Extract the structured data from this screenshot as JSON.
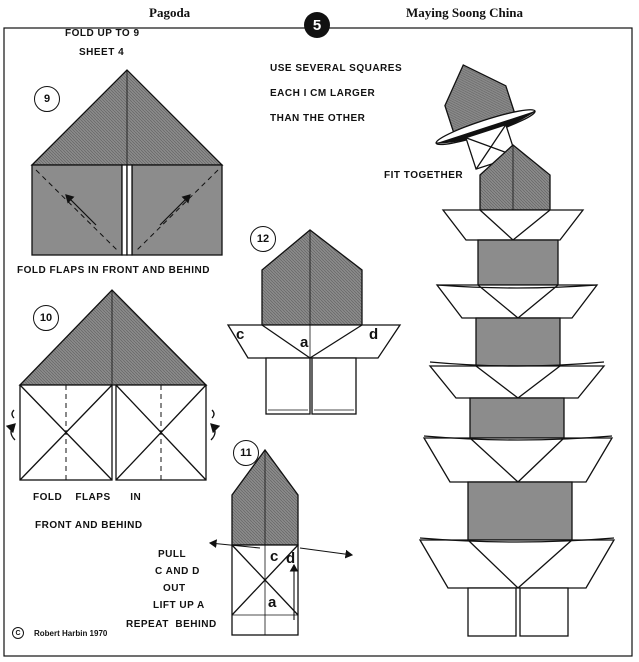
{
  "header": {
    "left_title": "Pagoda",
    "page_number": "5",
    "right_title": "Maying Soong China"
  },
  "notes": {
    "fold_up_to": "FOLD UP TO  9",
    "sheet": "SHEET 4",
    "use_squares_1": "USE SEVERAL SQUARES",
    "use_squares_2": "EACH I  CM LARGER",
    "use_squares_3": "THAN THE OTHER",
    "fit_together": "FIT TOGETHER"
  },
  "steps": {
    "s9": {
      "number": "9",
      "caption": "FOLD FLAPS IN FRONT AND BEHIND"
    },
    "s10": {
      "number": "10",
      "caption_1": "FOLD    FLAPS      IN",
      "caption_2": "FRONT AND BEHIND"
    },
    "s12": {
      "number": "12",
      "label_c": "c",
      "label_a": "a",
      "label_d": "d"
    },
    "s11": {
      "number": "11",
      "label_c": "c",
      "label_d": "d",
      "label_a": "a",
      "instr_1": "PULL",
      "instr_2": "C AND D",
      "instr_3": "OUT",
      "instr_4": "LIFT UP A",
      "instr_5": "REPEAT  BEHIND"
    }
  },
  "footer": {
    "copyright_symbol": "C",
    "credit": "Robert Harbin  1970"
  },
  "colors": {
    "paper_gray": "#8c8c8c",
    "ink": "#111111",
    "page": "#ffffff"
  }
}
